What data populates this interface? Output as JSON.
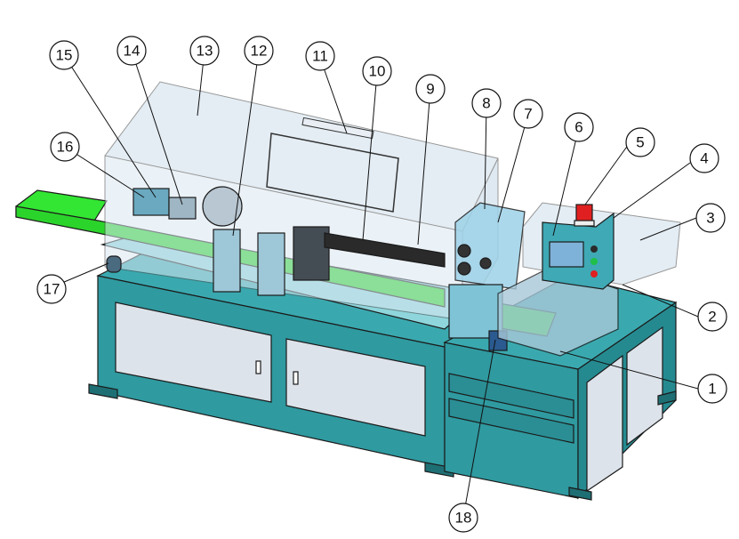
{
  "figure": {
    "colors": {
      "base_teal": "#2f9aa0",
      "base_teal_dark": "#1e6f74",
      "door_panel": "#dde3ea",
      "glass": "#cfe0ec",
      "material_green": "#33e633",
      "control_box": "#3fa9b5",
      "beacon_red": "#e02020",
      "screen": "#7fb2d8"
    },
    "callouts": [
      {
        "id": "callout-1",
        "label": "1"
      },
      {
        "id": "callout-2",
        "label": "2"
      },
      {
        "id": "callout-3",
        "label": "3"
      },
      {
        "id": "callout-4",
        "label": "4"
      },
      {
        "id": "callout-5",
        "label": "5"
      },
      {
        "id": "callout-6",
        "label": "6"
      },
      {
        "id": "callout-7",
        "label": "7"
      },
      {
        "id": "callout-8",
        "label": "8"
      },
      {
        "id": "callout-9",
        "label": "9"
      },
      {
        "id": "callout-10",
        "label": "10"
      },
      {
        "id": "callout-11",
        "label": "11"
      },
      {
        "id": "callout-12",
        "label": "12"
      },
      {
        "id": "callout-13",
        "label": "13"
      },
      {
        "id": "callout-14",
        "label": "14"
      },
      {
        "id": "callout-15",
        "label": "15"
      },
      {
        "id": "callout-16",
        "label": "16"
      },
      {
        "id": "callout-17",
        "label": "17"
      },
      {
        "id": "callout-18",
        "label": "18"
      }
    ]
  }
}
